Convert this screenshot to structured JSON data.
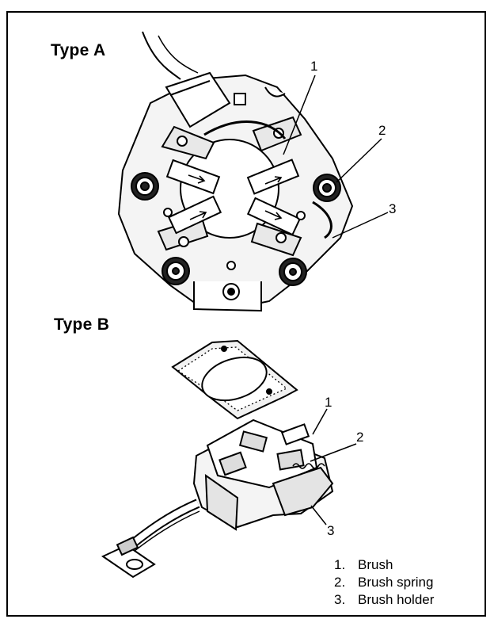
{
  "diagram": {
    "type_a_title": "Type A",
    "type_b_title": "Type B",
    "callouts_a": [
      "1",
      "2",
      "3"
    ],
    "callouts_b": [
      "1",
      "2",
      "3"
    ],
    "legend": [
      {
        "num": "1.",
        "label": "Brush"
      },
      {
        "num": "2.",
        "label": "Brush spring"
      },
      {
        "num": "3.",
        "label": "Brush holder"
      }
    ]
  }
}
